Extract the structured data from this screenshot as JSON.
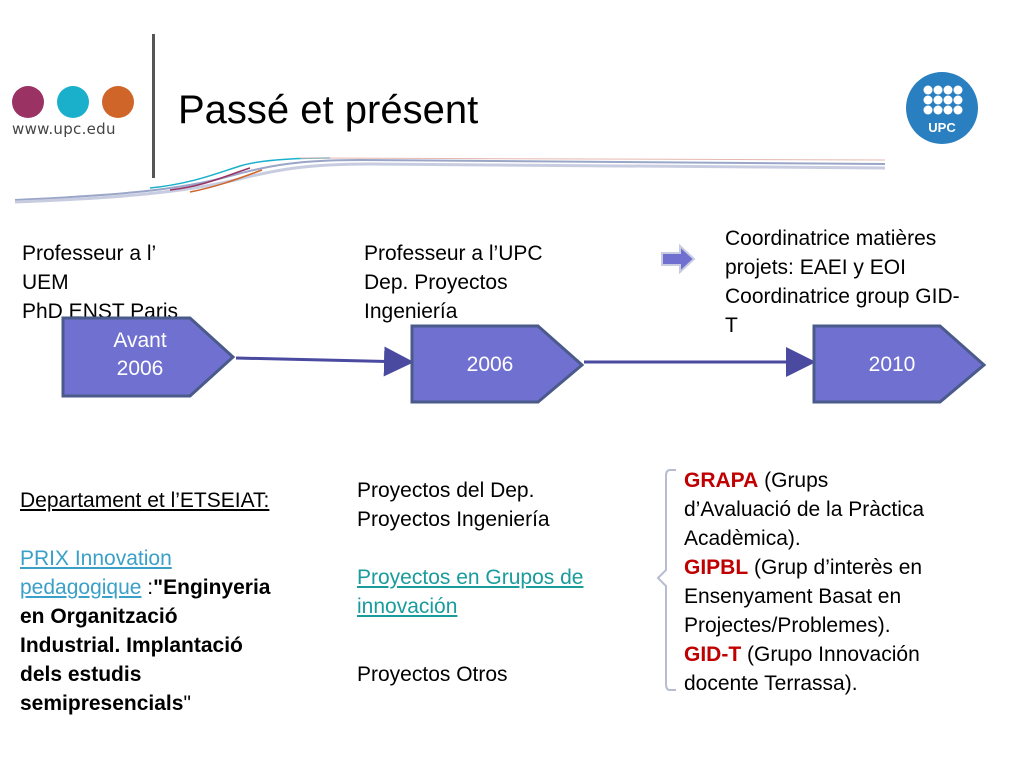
{
  "header": {
    "logo_url": "www.upc.edu",
    "title": "Passé et présent",
    "badge": "UPC"
  },
  "timeline": {
    "stages": [
      {
        "label_line1": "Avant",
        "label_line2": "2006"
      },
      {
        "label_line1": "2006"
      },
      {
        "label_line1": "2010"
      }
    ],
    "above": {
      "col1": [
        "Professeur a l’",
        "UEM",
        "PhD ENST Paris"
      ],
      "col2": [
        "Professeur a l’UPC",
        "Dep. Proyectos",
        "Ingeniería"
      ],
      "col3": [
        "Coordinatrice matières",
        "projets: EAEI y EOI",
        "Coordinatrice group GID-",
        "T"
      ]
    }
  },
  "below": {
    "left": {
      "heading": "Departament et l’ETSEIAT:",
      "link_line1": "PRIX Innovation",
      "link_line2": "pedagogique",
      "sep": " :",
      "quote_open": "\"",
      "bold_parts": [
        "Enginyeria",
        "en Organització",
        "Industrial. Implantació",
        "dels estudis",
        "semipresencials"
      ],
      "quote_close": "\""
    },
    "middle": {
      "line1": "Proyectos del Dep.",
      "line2": "Proyectos Ingeniería",
      "link_line1": "Proyectos en Grupos de",
      "link_line2": "innovación",
      "line3": "Proyectos Otros"
    },
    "right": {
      "items": [
        {
          "acronym": "GRAPA",
          "rest1": " (Grups",
          "rest2": "d’Avaluació de la Pràctica",
          "rest3": "Acadèmica)."
        },
        {
          "acronym": "GIPBL",
          "rest1": " (Grup d’interès en",
          "rest2": "Ensenyament Basat en",
          "rest3": "Projectes/Problemes)."
        },
        {
          "acronym": "GID-T",
          "rest1": " (Grupo Innovación",
          "rest2": "docente Terrassa)."
        }
      ]
    }
  },
  "colors": {
    "chevron_fill": "#7070d0",
    "chevron_stroke": "#4a5a8a",
    "arrow_line": "#4a4aa0",
    "dot1": "#9a3364",
    "dot2": "#1ab0cc",
    "dot3": "#d0652a",
    "badge": "#2a7fc0"
  }
}
